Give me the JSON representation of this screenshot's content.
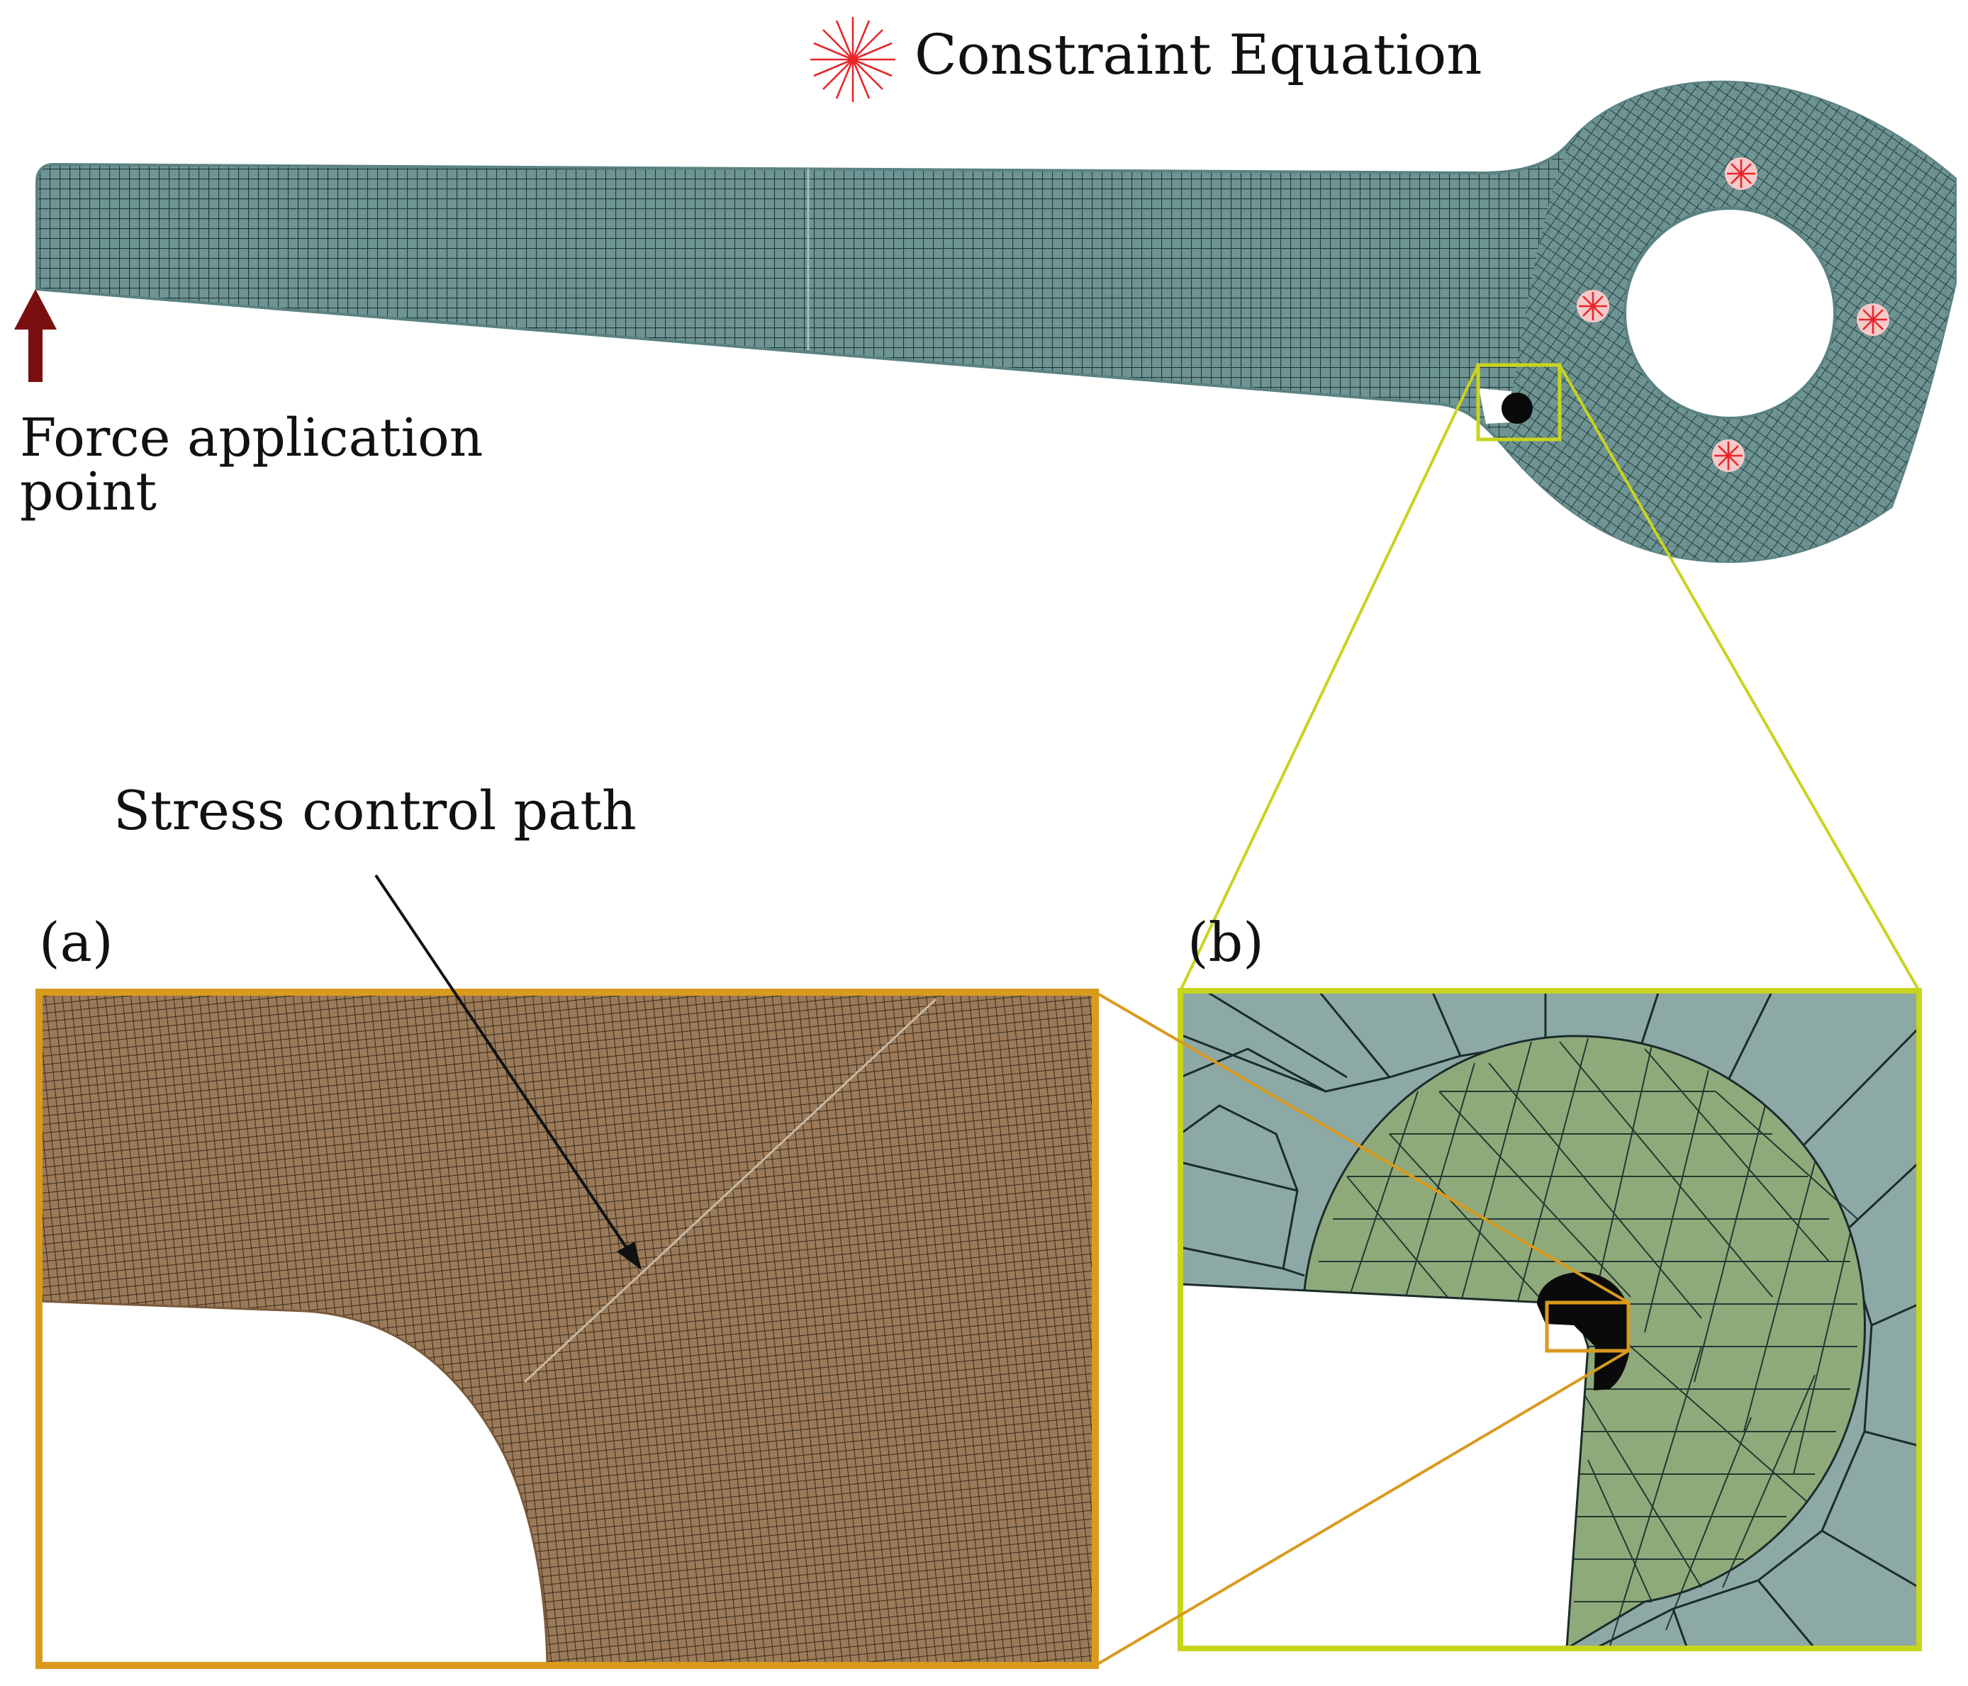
{
  "legend": {
    "label": "Constraint Equation",
    "marker_color": "#e8262a"
  },
  "force": {
    "line1": "Force application",
    "line2": "point",
    "arrow_color": "#7a0f12"
  },
  "annotation": {
    "stress_path": "Stress control path"
  },
  "panels": {
    "a_label": "(a)",
    "b_label": "(b)"
  },
  "colors": {
    "mesh_fill": "#6f9494",
    "mesh_line": "#1f3636",
    "panel_a_fill": "#9a7a58",
    "panel_a_frame": "#d99a1e",
    "panel_b_frame": "#c8d41e",
    "panel_b_fine": "#8faa7a",
    "panel_b_coarse": "#8ca9a6"
  }
}
